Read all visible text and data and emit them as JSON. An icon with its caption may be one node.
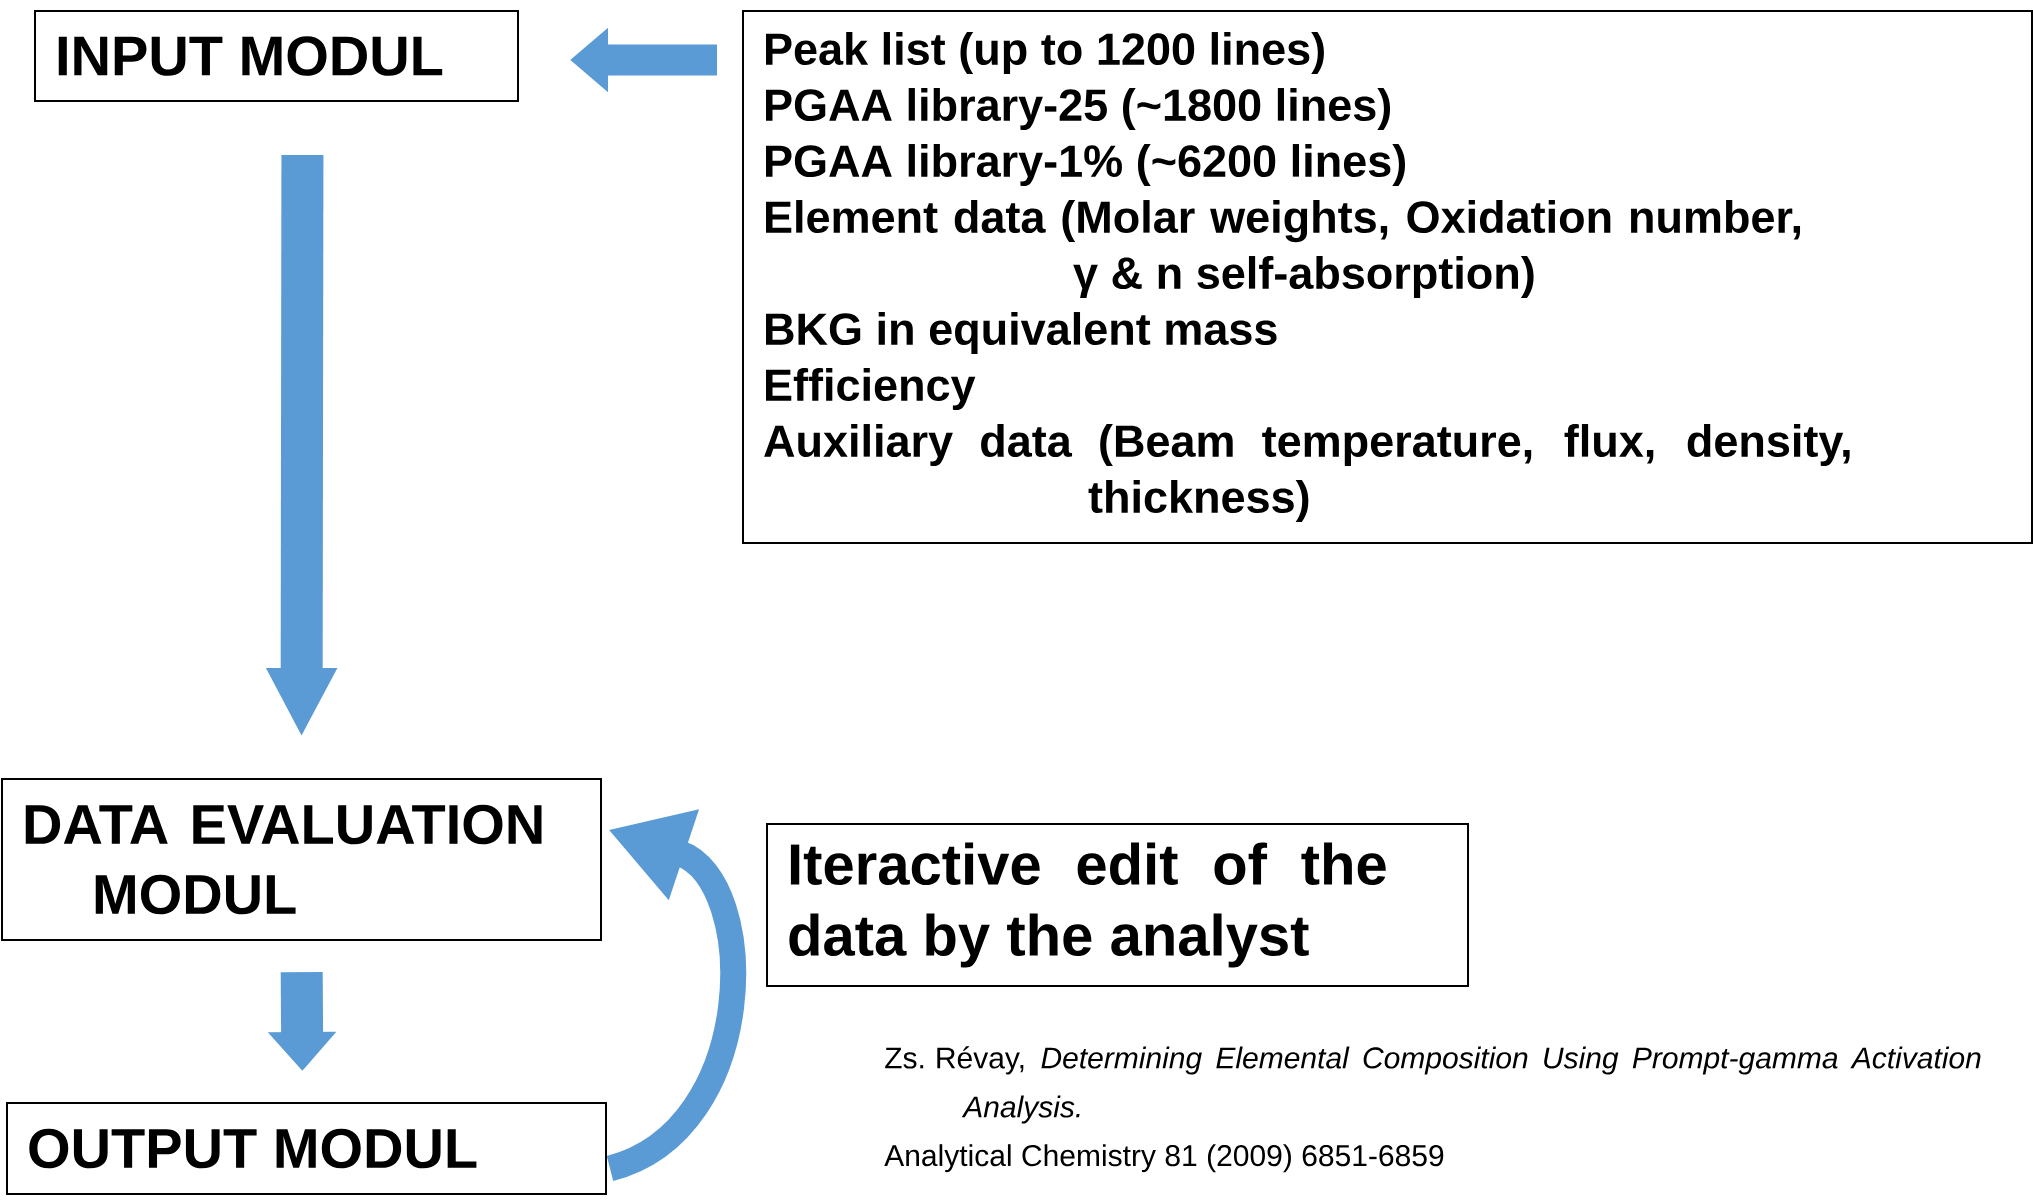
{
  "diagram": {
    "nodes": [
      {
        "text": [
          "INPUT MODUL"
        ]
      },
      {
        "text": [
          "Peak list (up to 1200 lines)",
          "PGAA library-25 (~1800 lines)",
          "PGAA library-1% (~6200 lines)",
          "Element data (Molar weights, Oxidation number, γ & n self-absorption)",
          "BKG in equivalent mass",
          "Efficiency",
          "Auxiliary data (Beam temperature, flux, density, thickness)"
        ]
      },
      {
        "text": [
          "DATA EVALUATION MODUL"
        ]
      },
      {
        "text": [
          "OUTPUT MODUL"
        ]
      },
      {
        "text": [
          "Iteractive edit of the data by the analyst"
        ]
      }
    ],
    "edges": [
      {
        "from": 1,
        "to": 0,
        "arrow": "to"
      },
      {
        "from": 0,
        "to": 2,
        "arrow": "to"
      },
      {
        "from": 2,
        "to": 3,
        "arrow": "to"
      },
      {
        "from": 3,
        "to": 2,
        "arrow": "to"
      }
    ],
    "labels": [
      "Zs. Révay, *Determining Elemental Composition Using Prompt-gamma Activation Analysis.*",
      "Analytical Chemistry 81 (2009) 6851-6859"
    ]
  }
}
